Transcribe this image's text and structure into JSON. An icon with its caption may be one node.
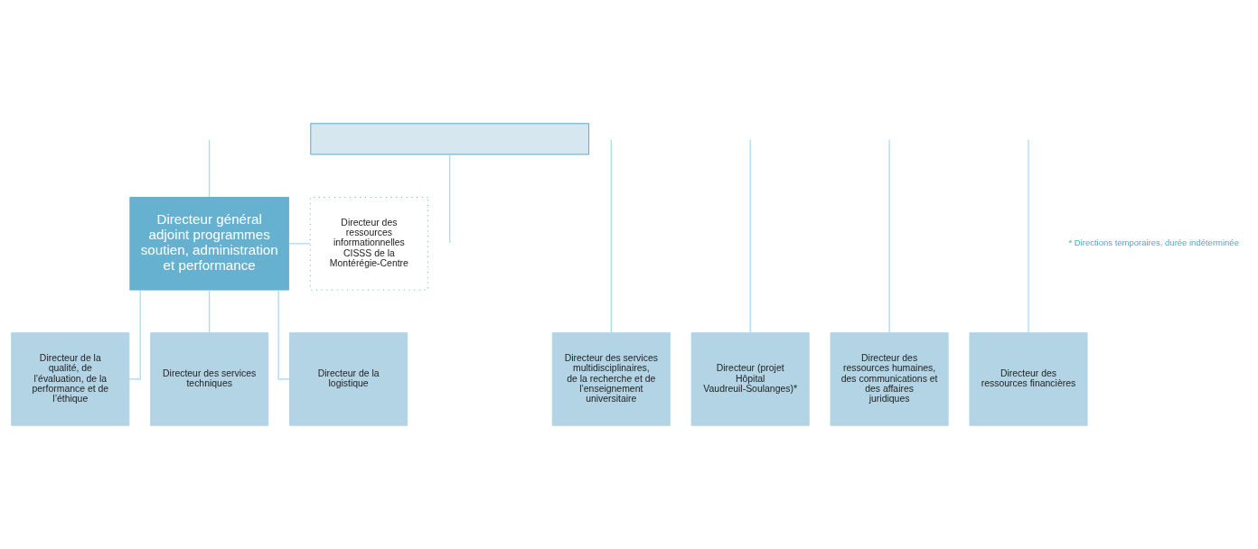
{
  "diagram": {
    "nodes": [
      {
        "text": [
          "Directeur général adjoint programmes soutien, administration et performance"
        ]
      },
      {
        "text": [
          "Directeur des ressources informationnelles CISSS de la Montérégie-Centre"
        ]
      },
      {
        "text": [],
        "shape": "bar"
      },
      {
        "text": [
          "Directeur des services multidisciplinaires, de la recherche et de l’enseignement universitaire"
        ]
      },
      {
        "text": [
          "Directeur de la qualité, de l’évaluation, de la performance et de l’éthique"
        ]
      },
      {
        "text": [
          "Directeur des services techniques"
        ]
      },
      {
        "text": [
          "Directeur de la logistique"
        ]
      },
      {
        "text": [
          "Directeur (projet Hôpital Vaudreuil-Soulanges)*"
        ]
      },
      {
        "text": [
          "Directeur des ressources humaines, des communications et des affaires juridiques"
        ]
      },
      {
        "text": [
          "Directeur des ressources financières"
        ]
      }
    ],
    "edges": [
      {
        "from": null,
        "to": 0,
        "arrow": "none"
      },
      {
        "from": 0,
        "to": 1,
        "arrow": "none"
      },
      {
        "from": 0,
        "to": 4,
        "arrow": "none"
      },
      {
        "from": 0,
        "to": 5,
        "arrow": "none"
      },
      {
        "from": 0,
        "to": 6,
        "arrow": "none"
      },
      {
        "from": null,
        "to": 3,
        "arrow": "none"
      },
      {
        "from": 2,
        "to": null,
        "arrow": "none"
      },
      {
        "from": null,
        "to": 7,
        "arrow": "none"
      },
      {
        "from": null,
        "to": 8,
        "arrow": "none"
      },
      {
        "from": null,
        "to": 9,
        "arrow": "none"
      }
    ],
    "labels": [
      "* Directions temporaires, durée indéterminée"
    ]
  }
}
